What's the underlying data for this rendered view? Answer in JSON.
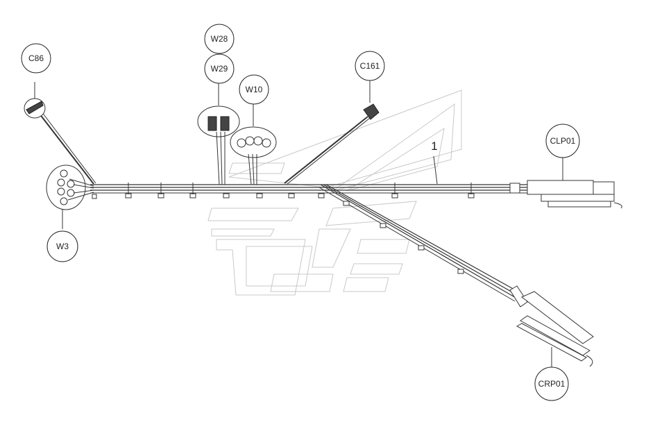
{
  "callouts": {
    "c86": "C86",
    "w28": "W28",
    "w29": "W29",
    "w10": "W10",
    "c161": "C161",
    "clp01": "CLP01",
    "w3": "W3",
    "crp01": "CRP01"
  },
  "item_number": "1"
}
